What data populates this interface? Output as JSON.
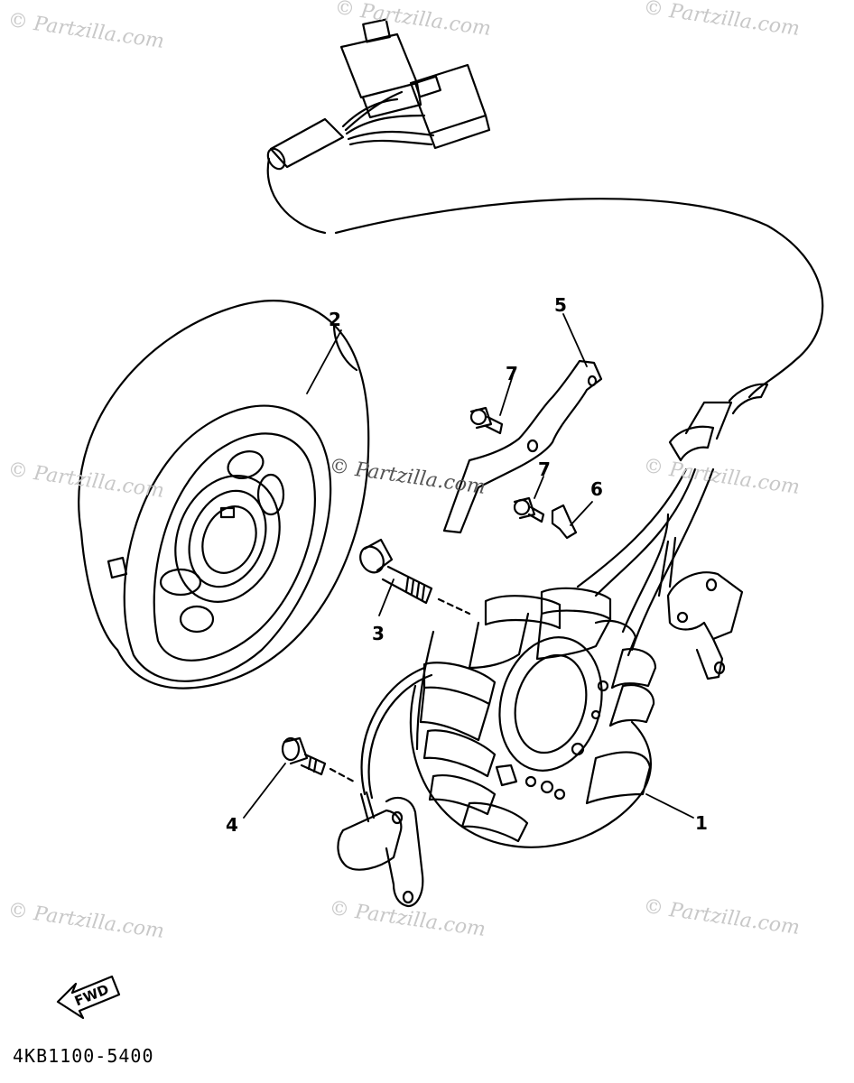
{
  "watermark": "© Partzilla.com",
  "callouts": [
    "1",
    "2",
    "3",
    "4",
    "5",
    "6",
    "7",
    "7"
  ],
  "fwd_label": "FWD",
  "part_number": "4KB1100-5400"
}
